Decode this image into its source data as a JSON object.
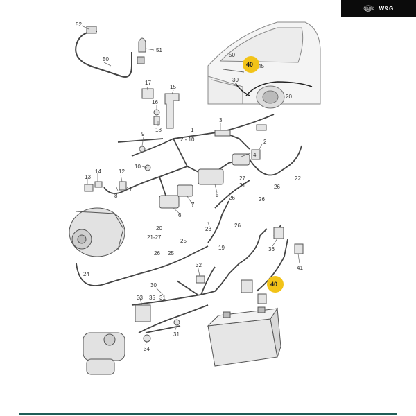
{
  "brand": {
    "name": "W&G",
    "mark": "௵"
  },
  "colors": {
    "callout": "#f2c318",
    "ink": "#333333",
    "footer": "#1f5c56"
  },
  "labels": [
    {
      "id": "l52",
      "text": "52"
    },
    {
      "id": "l50a",
      "text": "50"
    },
    {
      "id": "l51",
      "text": "51"
    },
    {
      "id": "l17",
      "text": "17"
    },
    {
      "id": "l15",
      "text": "15"
    },
    {
      "id": "l16",
      "text": "16"
    },
    {
      "id": "l18",
      "text": "18"
    },
    {
      "id": "l3",
      "text": "3"
    },
    {
      "id": "l9",
      "text": "9"
    },
    {
      "id": "l1",
      "text": "1"
    },
    {
      "id": "l210",
      "text": "2 - 10"
    },
    {
      "id": "l4",
      "text": "4"
    },
    {
      "id": "l2",
      "text": "2"
    },
    {
      "id": "l10",
      "text": "10"
    },
    {
      "id": "l12",
      "text": "12"
    },
    {
      "id": "l13",
      "text": "13"
    },
    {
      "id": "l14",
      "text": "14"
    },
    {
      "id": "l11",
      "text": "11"
    },
    {
      "id": "l5",
      "text": "5"
    },
    {
      "id": "l7",
      "text": "7"
    },
    {
      "id": "l6",
      "text": "6"
    },
    {
      "id": "l8",
      "text": "8"
    },
    {
      "id": "l27",
      "text": "27"
    },
    {
      "id": "l21a",
      "text": "21"
    },
    {
      "id": "l22",
      "text": "22"
    },
    {
      "id": "l26a",
      "text": "26"
    },
    {
      "id": "l26b",
      "text": "26"
    },
    {
      "id": "l26c",
      "text": "26"
    },
    {
      "id": "l26d",
      "text": "26"
    },
    {
      "id": "l26e",
      "text": "26"
    },
    {
      "id": "l25a",
      "text": "25"
    },
    {
      "id": "l25b",
      "text": "25"
    },
    {
      "id": "l20a",
      "text": "20"
    },
    {
      "id": "l2127",
      "text": "21-27"
    },
    {
      "id": "l23",
      "text": "23"
    },
    {
      "id": "l24",
      "text": "24"
    },
    {
      "id": "l19",
      "text": "19"
    },
    {
      "id": "l32",
      "text": "32"
    },
    {
      "id": "l30",
      "text": "30"
    },
    {
      "id": "l33",
      "text": "33"
    },
    {
      "id": "l35",
      "text": "35"
    },
    {
      "id": "l31a",
      "text": "31"
    },
    {
      "id": "l31b",
      "text": "31"
    },
    {
      "id": "l34",
      "text": "34"
    },
    {
      "id": "l36",
      "text": "36"
    },
    {
      "id": "l41",
      "text": "41"
    },
    {
      "id": "l50b",
      "text": "50"
    },
    {
      "id": "l45",
      "text": "45"
    },
    {
      "id": "l30b",
      "text": "30"
    },
    {
      "id": "l20b",
      "text": "20"
    }
  ],
  "callouts": [
    {
      "id": "c40a",
      "text": "40"
    },
    {
      "id": "c40b",
      "text": "40"
    }
  ]
}
